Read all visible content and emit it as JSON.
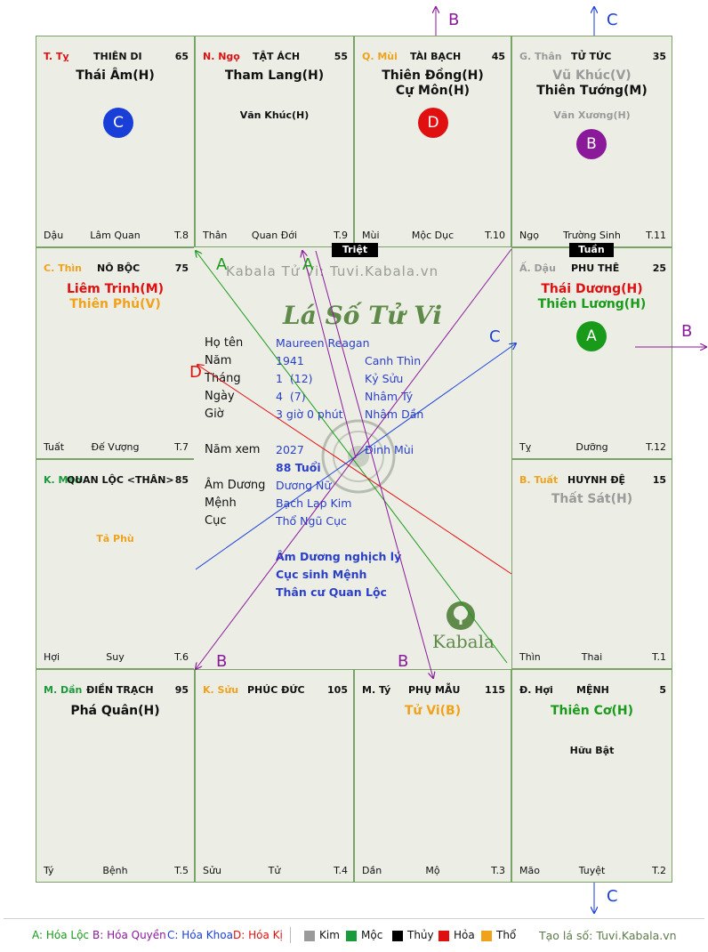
{
  "colors": {
    "kim": "#9a9a9a",
    "moc": "#1a9a3a",
    "thuy": "#000000",
    "hoa": "#e11010",
    "tho": "#f0a21a",
    "loc": "#1a9a1a",
    "quyen": "#8a1a9a",
    "khoa": "#1a3fd9",
    "ky": "#e11010"
  },
  "cells": {
    "ty_snake": {
      "branch": "T. Tỵ",
      "palace": "THIÊN DI",
      "score": "65",
      "stars": [
        "Thái Âm(H)"
      ],
      "minor": [],
      "bottom": [
        "Dậu",
        "Lâm Quan",
        "T.8"
      ]
    },
    "ngo_horse": {
      "branch": "N. Ngọ",
      "palace": "TẬT ÁCH",
      "score": "55",
      "stars": [
        "Tham Lang(H)"
      ],
      "minor": [
        "Văn Khúc(H)"
      ],
      "bottom": [
        "Thân",
        "Quan Đới",
        "T.9"
      ]
    },
    "mui_goat": {
      "branch": "Q. Mùi",
      "palace": "TÀI BẠCH",
      "score": "45",
      "stars": [
        "Thiên Đồng(H)",
        "Cự Môn(H)"
      ],
      "minor": [],
      "bottom": [
        "Mùi",
        "Mộc Dục",
        "T.10"
      ]
    },
    "than_monkey": {
      "branch": "G. Thân",
      "palace": "TỬ TỨC",
      "score": "35",
      "stars": [
        "Vũ Khúc(V)",
        "Thiên Tướng(M)"
      ],
      "minor": [
        "Văn Xương(H)"
      ],
      "bottom": [
        "Ngọ",
        "Trường Sinh",
        "T.11"
      ]
    },
    "thin_dragon": {
      "branch": "C. Thìn",
      "palace": "NÔ BỘC",
      "score": "75",
      "stars": [
        "Liêm Trinh(M)",
        "Thiên Phủ(V)"
      ],
      "minor": [],
      "bottom": [
        "Tuất",
        "Đế Vượng",
        "T.7"
      ]
    },
    "dau_rooster": {
      "branch": "Ấ. Dậu",
      "palace": "PHU THÊ",
      "score": "25",
      "stars": [
        "Thái Dương(H)",
        "Thiên Lương(H)"
      ],
      "minor": [],
      "bottom": [
        "Tỵ",
        "Dưỡng",
        "T.12"
      ]
    },
    "mao_rabbit": {
      "branch": "K. Mão",
      "palace": "QUAN LỘC <THÂN>",
      "score": "85",
      "stars": [],
      "minor": [
        "Tả Phù"
      ],
      "bottom": [
        "Hợi",
        "Suy",
        "T.6"
      ]
    },
    "tuat_dog": {
      "branch": "B. Tuất",
      "palace": "HUYNH ĐỆ",
      "score": "15",
      "stars": [
        "Thất Sát(H)"
      ],
      "minor": [],
      "bottom": [
        "Thìn",
        "Thai",
        "T.1"
      ]
    },
    "dan_tiger": {
      "branch": "M. Dần",
      "palace": "ĐIỀN TRẠCH",
      "score": "95",
      "stars": [
        "Phá Quân(H)"
      ],
      "minor": [],
      "bottom": [
        "Tý",
        "Bệnh",
        "T.5"
      ]
    },
    "suu_ox": {
      "branch": "K. Sửu",
      "palace": "PHÚC ĐỨC",
      "score": "105",
      "stars": [],
      "minor": [],
      "bottom": [
        "Sửu",
        "Tử",
        "T.4"
      ]
    },
    "ty_rat": {
      "branch": "M. Tý",
      "palace": "PHỤ MẪU",
      "score": "115",
      "stars": [
        "Tử Vi(B)"
      ],
      "minor": [],
      "bottom": [
        "Dần",
        "Mộ",
        "T.3"
      ]
    },
    "hoi_pig": {
      "branch": "Đ. Hợi",
      "palace": "MỆNH",
      "score": "5",
      "stars": [
        "Thiên Cơ(H)"
      ],
      "minor": [
        "Hữu Bật"
      ],
      "bottom": [
        "Mão",
        "Tuyệt",
        "T.2"
      ]
    }
  },
  "badges": {
    "c": "C",
    "d": "D",
    "b": "B",
    "a": "A"
  },
  "tags": {
    "triet": "Triệt",
    "tuan": "Tuần"
  },
  "center": {
    "watermark": "Kabala Tử Vi: Tuvi.Kabala.vn",
    "title": "Lá Số Tử Vi",
    "name_label": "Họ tên",
    "name": "Maureen Reagan",
    "year_label": "Năm",
    "year": "1941",
    "year_cc": "Canh Thìn",
    "month_label": "Tháng",
    "month": "1  (12)",
    "month_cc": "Kỷ Sửu",
    "day_label": "Ngày",
    "day": "4  (7)",
    "day_cc": "Nhâm Tý",
    "hour_label": "Giờ",
    "hour": "3 giờ 0 phút",
    "hour_cc": "Nhâm Dần",
    "view_label": "Năm xem",
    "view_year": "2027",
    "view_cc": "Đinh Mùi",
    "age": "88 Tuổi",
    "amduong_label": "Âm Dương",
    "amduong": "Dương Nữ",
    "menh_label": "Mệnh",
    "menh": "Bạch Lạp Kim",
    "cuc_label": "Cục",
    "cuc": "Thổ Ngũ Cục",
    "notes": [
      "Âm Dương nghịch lý",
      "Cục sinh Mệnh",
      "Thân cư Quan Lộc"
    ],
    "brand": "Kabala"
  },
  "arrow_labels": {
    "top_b": "B",
    "top_c": "C",
    "right_b": "B",
    "bottom_c": "C",
    "a1": "A",
    "a2": "A",
    "d": "D",
    "c_center": "C",
    "b_left": "B",
    "b_center": "B"
  },
  "legend": {
    "a": "A: Hóa Lộc",
    "b": "B: Hóa Quyền",
    "c": "C: Hóa Khoa",
    "d": "D: Hóa Kị",
    "kim": "Kim",
    "moc": "Mộc",
    "thuy": "Thủy",
    "hoa": "Hỏa",
    "tho": "Thổ",
    "credit": "Tạo lá số: Tuvi.Kabala.vn"
  }
}
